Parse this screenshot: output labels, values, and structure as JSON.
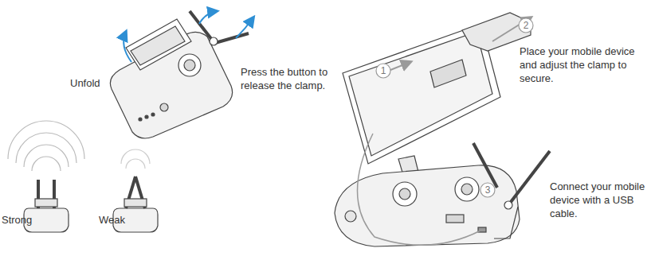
{
  "diagram": {
    "labels": [
      "Unfold",
      "Strong",
      "Weak",
      "Press the button to release the clamp.",
      "1",
      "2",
      "Place your mobile device and adjust the clamp to secure.",
      "3",
      "Connect your mobile device with a USB cable."
    ]
  }
}
